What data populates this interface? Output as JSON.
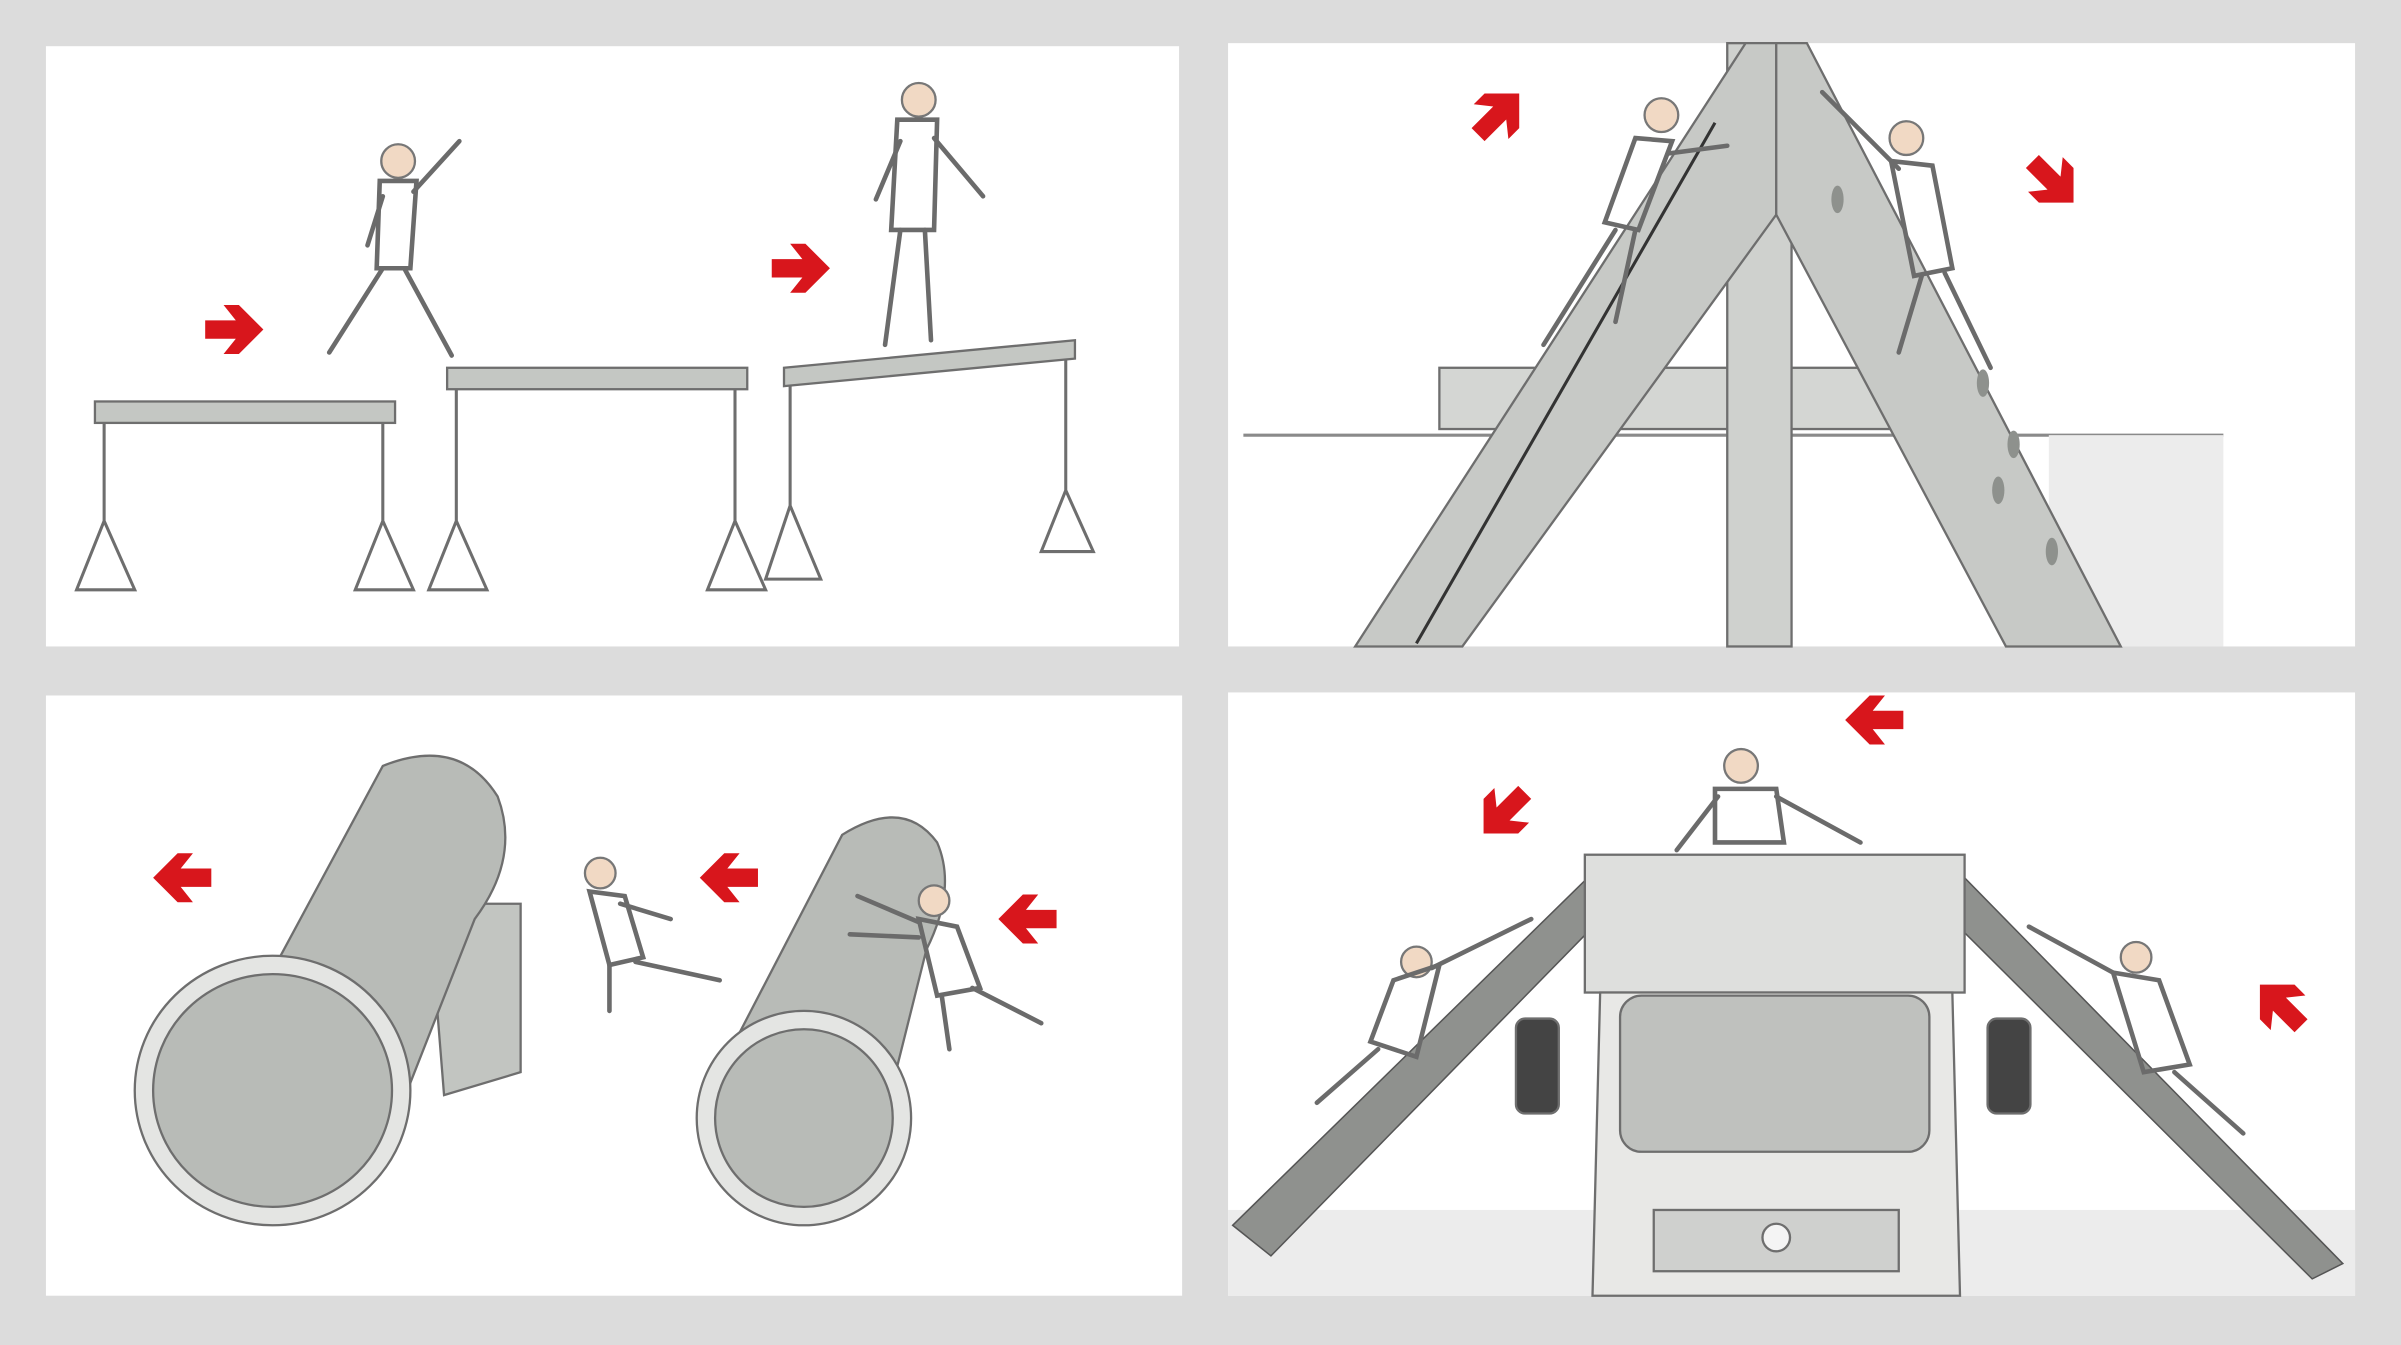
{
  "colors": {
    "background": "#dcdcdc",
    "panel": "#ffffff",
    "arrow": "#d8161c",
    "structure": "#b9bcb8",
    "outline": "#6e6e6e"
  },
  "panels": [
    {
      "id": "balance-beams",
      "arrows": [
        "arrow-right-icon",
        "arrow-right-icon"
      ]
    },
    {
      "id": "a-frame-climb",
      "arrows": [
        "arrow-up-right-icon",
        "arrow-down-right-icon"
      ]
    },
    {
      "id": "pipe-crawl",
      "arrows": [
        "arrow-left-icon",
        "arrow-left-icon",
        "arrow-left-icon"
      ]
    },
    {
      "id": "truck-climb",
      "arrows": [
        "arrow-left-icon",
        "arrow-down-left-icon",
        "arrow-up-left-icon"
      ]
    }
  ]
}
